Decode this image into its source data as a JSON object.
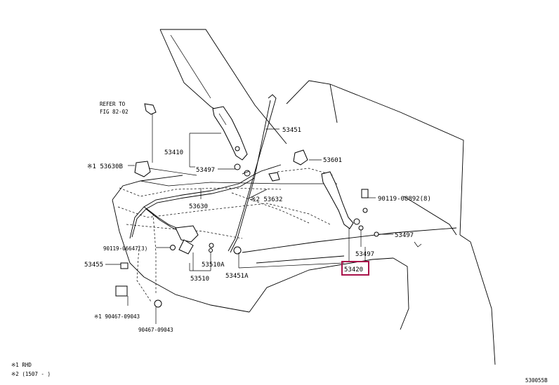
{
  "diagram": {
    "labels": {
      "refer_to_1": "REFER TO",
      "refer_to_2": "FIG 82-02",
      "p53410": "53410",
      "p53497_a": "53497",
      "p53630b": "※1 53630B",
      "p53630": "53630",
      "p53451": "53451",
      "p53601": "53601",
      "p53632": "※2 53632",
      "p90119_08892": "90119-08892(8)",
      "p53497_b": "53497",
      "p53497_c": "53497",
      "p53420": "53420",
      "p90119_06647": "90119-06647(3)",
      "p53455": "53455",
      "p53510a": "53510A",
      "p53510": "53510",
      "p53451a": "53451A",
      "p90467_09043_a": "※1 90467-09043",
      "p90467_09043_b": "90467-09043"
    },
    "highlight_part": "53420",
    "highlight_color": "#a8124a",
    "footnotes": {
      "note1": "※1 RHD",
      "note2": "※2 (1507 -      )"
    },
    "figure_code": "530055B"
  }
}
